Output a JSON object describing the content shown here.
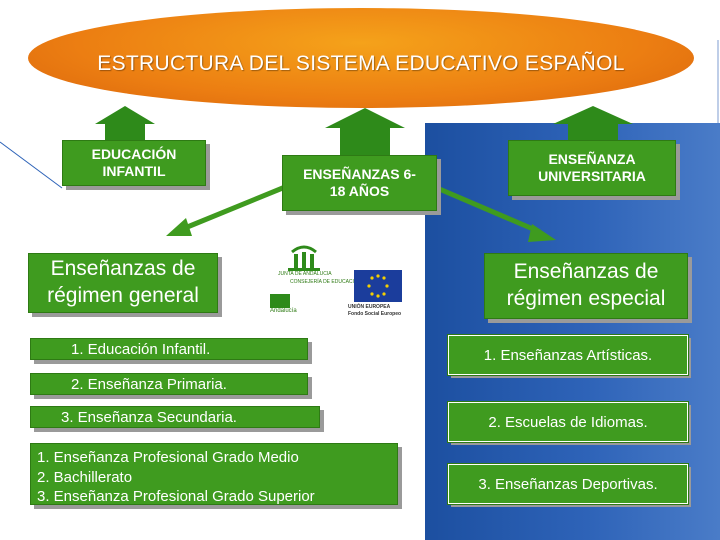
{
  "title": "ESTRUCTURA DEL SISTEMA EDUCATIVO ESPAÑOL",
  "boxes": {
    "infantil": "EDUCACIÓN INFANTIL",
    "ensenanzas": "ENSEÑANZAS 6-18 AÑOS",
    "universitaria": "ENSEÑANZA UNIVERSITARIA"
  },
  "general": {
    "heading": "Enseñanzas de régimen general",
    "items": [
      "1. Educación Infantil.",
      "2. Enseñanza Primaria.",
      "3. Enseñanza Secundaria."
    ],
    "fp": [
      "1. Enseñanza Profesional Grado Medio",
      "2. Bachillerato",
      "3. Enseñanza Profesional  Grado Superior"
    ]
  },
  "especial": {
    "heading": "Enseñanzas de régimen especial",
    "items": [
      "1. Enseñanzas Artísticas.",
      "2. Escuelas de Idiomas.",
      "3. Enseñanzas Deportivas."
    ]
  },
  "logos": {
    "junta_text": "JUNTA DE ANDALUCIA",
    "junta_sub": "CONSEJERÍA DE EDUCACIÓN",
    "andalucia": "Andalucía",
    "eu_line1": "UNIÓN EUROPEA",
    "eu_line2": "Fondo Social Europeo"
  },
  "colors": {
    "orange": "#ec7e12",
    "green": "#3f9b1f",
    "blue_panel": "#2e63b8"
  }
}
